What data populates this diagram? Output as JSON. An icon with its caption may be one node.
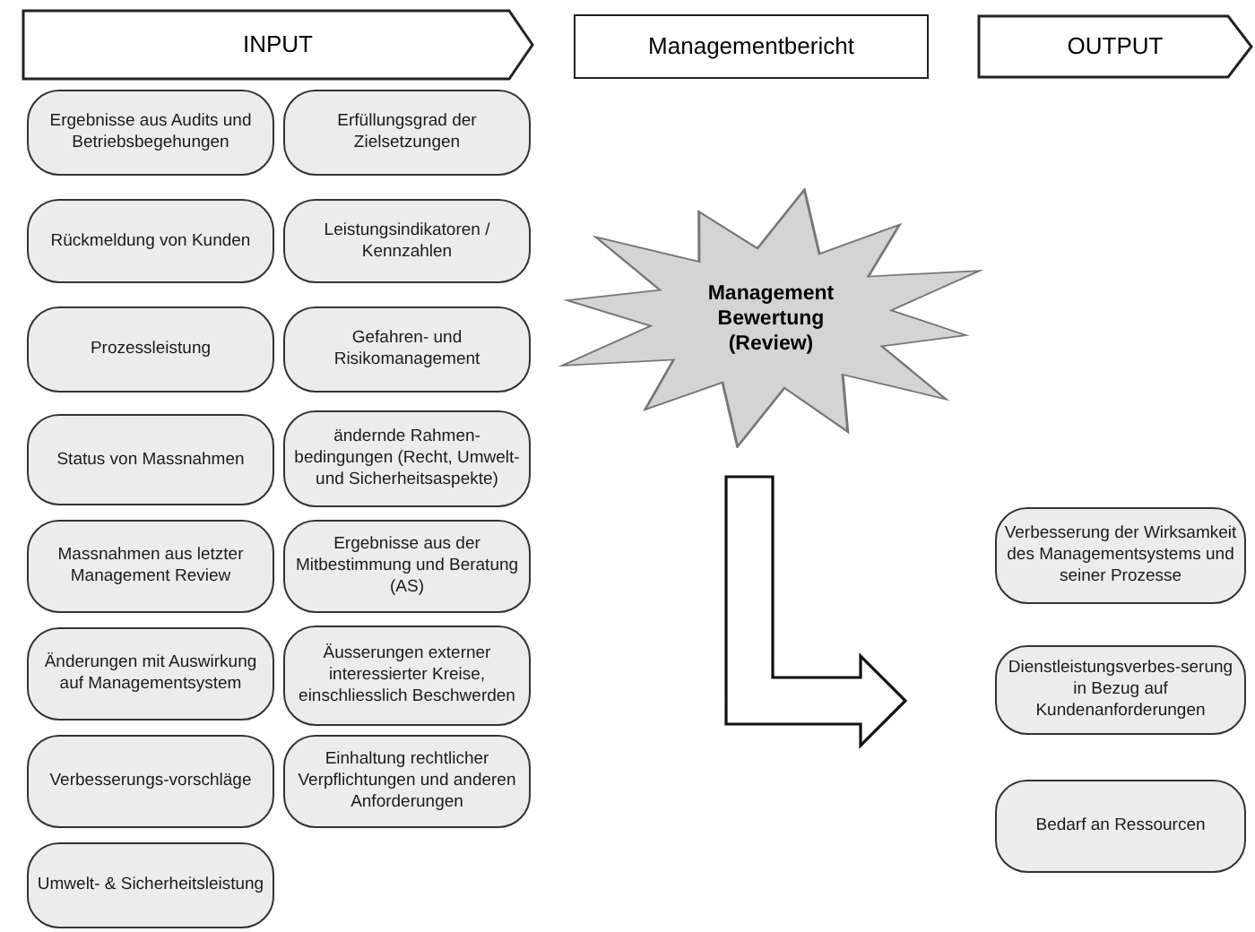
{
  "diagram": {
    "nodes": [
      {
        "text": [
          "INPUT"
        ]
      },
      {
        "text": [
          "Managementbericht"
        ]
      },
      {
        "text": [
          "OUTPUT"
        ]
      },
      {
        "text": [
          "Ergebnisse aus Audits und Betriebsbegehungen"
        ]
      },
      {
        "text": [
          "Erfüllungsgrad der Zielsetzungen"
        ]
      },
      {
        "text": [
          "Rückmeldung von Kunden"
        ]
      },
      {
        "text": [
          "Leistungsindikatoren / Kennzahlen"
        ]
      },
      {
        "text": [
          "Prozessleistung"
        ]
      },
      {
        "text": [
          "Gefahren- und Risikomanagement"
        ]
      },
      {
        "text": [
          "Status von Massnahmen"
        ]
      },
      {
        "text": [
          "ändernde Rahmen-bedingungen (Recht, Umwelt- und Sicherheitsaspekte)"
        ]
      },
      {
        "text": [
          "Massnahmen aus letzter Management Review"
        ]
      },
      {
        "text": [
          "Ergebnisse aus der Mitbestimmung und Beratung (AS)"
        ]
      },
      {
        "text": [
          "Änderungen mit Auswirkung auf Managementsystem"
        ]
      },
      {
        "text": [
          "Äusserungen externer interessierter Kreise, einschliesslich Beschwerden"
        ]
      },
      {
        "text": [
          "Verbesserungs-vorschläge"
        ]
      },
      {
        "text": [
          "Einhaltung rechtlicher Verpflichtungen und anderen Anforderungen"
        ]
      },
      {
        "text": [
          "Umwelt- & Sicherheitsleistung"
        ]
      },
      {
        "text": [
          "Management Bewertung (Review)"
        ]
      },
      {
        "text": [
          "Verbesserung der Wirksamkeit des Managementsystems und seiner Prozesse"
        ]
      },
      {
        "text": [
          "Dienstleistungsverbes-serung in Bezug auf Kundenanforderungen"
        ]
      },
      {
        "text": [
          "Bedarf an Ressourcen"
        ]
      }
    ],
    "edges": [
      {
        "from": 18,
        "to": 20,
        "arrow": "to"
      }
    ]
  }
}
